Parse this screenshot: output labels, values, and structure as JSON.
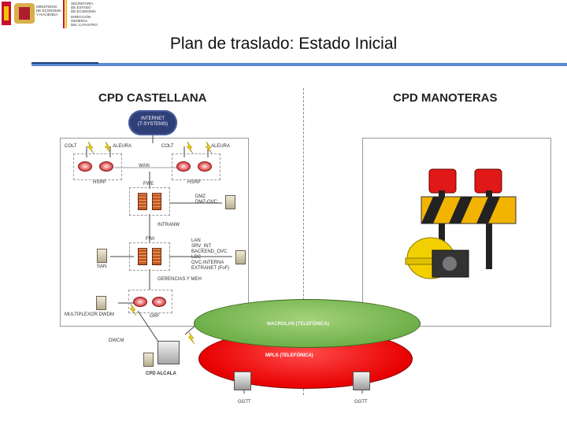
{
  "header": {
    "title": "Plan de traslado: Estado Inicial",
    "logo_lines": [
      "SECRETARÍA",
      "DE ESTADO",
      "DE ECONOMÍA",
      "DIRECCIÓN",
      "GENERAL",
      "DEL CATASTRO"
    ],
    "ministry_lines": [
      "MINISTERIO",
      "DE ECONOMÍA",
      "Y HACIENDA"
    ]
  },
  "left_site": {
    "title": "CPD CASTELLANA",
    "cloud_lines": [
      "INTERNET",
      "(T-SYSTEMS)"
    ],
    "labels": {
      "colt1": "COLT",
      "aleyra1": "ALEURA",
      "colt2": "COLT",
      "aleyra2": "ALEURA",
      "wan": "WAN",
      "hsrp1": "HSRP",
      "hsrp2": "HSRP",
      "fwe": "FWE",
      "dmz": "DMZ\nDMZ-OVC",
      "intranw": "INTRANW",
      "fwi": "FWI",
      "lan_block": "LAN\nSRV_INT\nBACKEND_OVC\nLDC\nOVC-INTERNA\nEXTRANET (FoF)",
      "san": "SAN",
      "gerencias": "GERENCIAS Y MEH",
      "grf": "GRF",
      "dwdm_mux": "MULTIPLEXOR DWDM",
      "dwdm": "DWCM",
      "cpd_alcala": "CPD ALCALA"
    }
  },
  "right_site": {
    "title": "CPD MANOTERAS",
    "image_icon": "construction-barrier-icon"
  },
  "networks": {
    "macrolan": "MACROLAN (TELEFÓNICA)",
    "mpls": "MPLS (TELEFÓNICA)",
    "ggtt1": "GGTT",
    "ggtt2": "GGTT"
  },
  "colors": {
    "accent_bar": "#5b8ad1",
    "macrolan": "#6fb04a",
    "mpls": "#e80000",
    "cloud": "#2f3f78"
  }
}
